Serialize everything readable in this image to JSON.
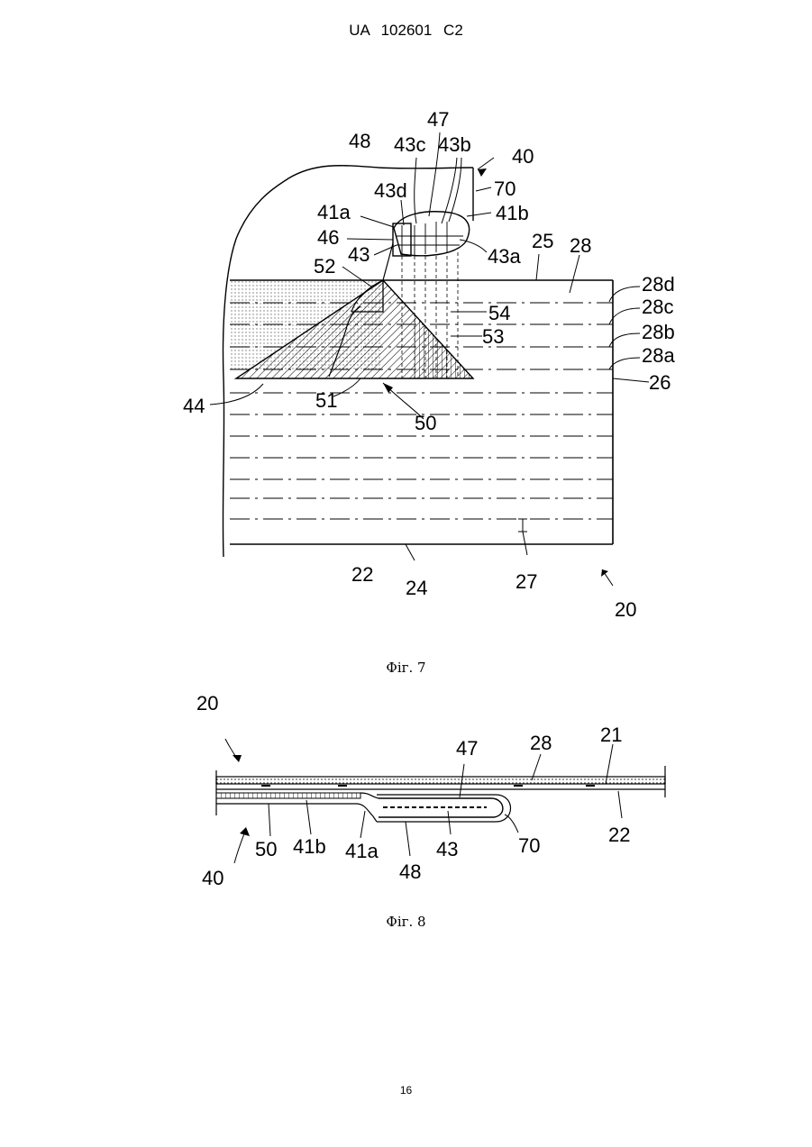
{
  "header": {
    "doc_number": "UA 102601 C2"
  },
  "figure7": {
    "caption": "Фіг. 7",
    "labels": {
      "l47": "47",
      "l48": "48",
      "l43c": "43c",
      "l43b": "43b",
      "l40": "40",
      "l70": "70",
      "l43d": "43d",
      "l41a": "41a",
      "l41b": "41b",
      "l46": "46",
      "l43": "43",
      "l43a": "43a",
      "l25": "25",
      "l28": "28",
      "l52": "52",
      "l28d": "28d",
      "l28c": "28c",
      "l28b": "28b",
      "l28a": "28a",
      "l54": "54",
      "l53": "53",
      "l26": "26",
      "l44": "44",
      "l51": "51",
      "l50": "50",
      "l22": "22",
      "l24": "24",
      "l27": "27",
      "l20": "20"
    }
  },
  "figure8": {
    "caption": "Фіг. 8",
    "labels": {
      "l20": "20",
      "l47": "47",
      "l28": "28",
      "l21": "21",
      "l50": "50",
      "l41b": "41b",
      "l41a": "41a",
      "l43": "43",
      "l70": "70",
      "l22": "22",
      "l40": "40",
      "l48": "48"
    }
  },
  "page_number": "16"
}
